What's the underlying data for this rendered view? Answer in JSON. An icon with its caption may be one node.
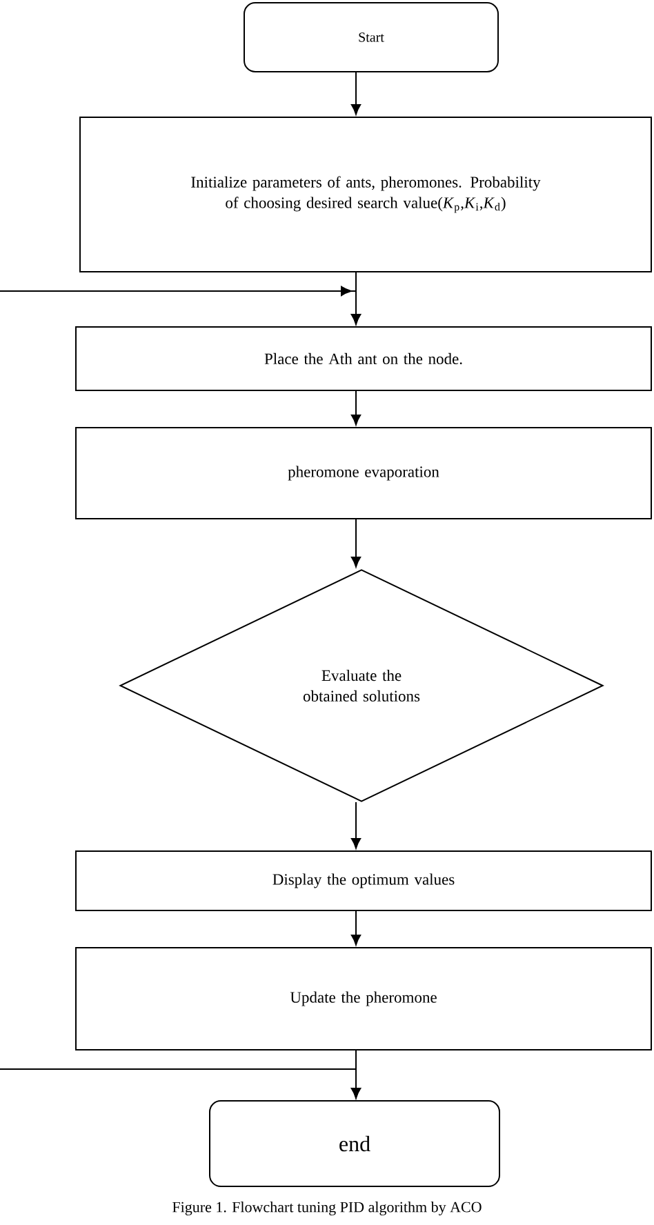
{
  "diagram": {
    "caption": "Figure 1. Flowchart tuning PID algorithm by ACO",
    "nodes": [
      {
        "text": [
          "Start"
        ]
      },
      {
        "text": [
          "Initialize parameters of ants, pheromones. Probability of choosing desired search value(*K*$_{p}$,*K*$_{i}$,*K*$_{d}$)"
        ]
      },
      {
        "text": [
          "Place the Ath ant on the node."
        ]
      },
      {
        "text": [
          "pheromone evaporation"
        ]
      },
      {
        "text": [
          "Evaluate the obtained solutions"
        ]
      },
      {
        "text": [
          "Display the optimum values"
        ]
      },
      {
        "text": [
          "Update the pheromone"
        ]
      },
      {
        "text": [
          "end"
        ]
      }
    ],
    "edges": [
      {
        "from": 0,
        "to": 1,
        "arrow": "to"
      },
      {
        "from": 1,
        "to": 2,
        "arrow": "to"
      },
      {
        "from": null,
        "to": 2,
        "arrow": "to"
      },
      {
        "from": 2,
        "to": 3,
        "arrow": "to"
      },
      {
        "from": 3,
        "to": 4,
        "arrow": "to"
      },
      {
        "from": 4,
        "to": 5,
        "arrow": "to"
      },
      {
        "from": 5,
        "to": 6,
        "arrow": "to"
      },
      {
        "from": 6,
        "to": 7,
        "arrow": "to"
      },
      {
        "from": null,
        "to": 7,
        "arrow": "to"
      }
    ]
  }
}
